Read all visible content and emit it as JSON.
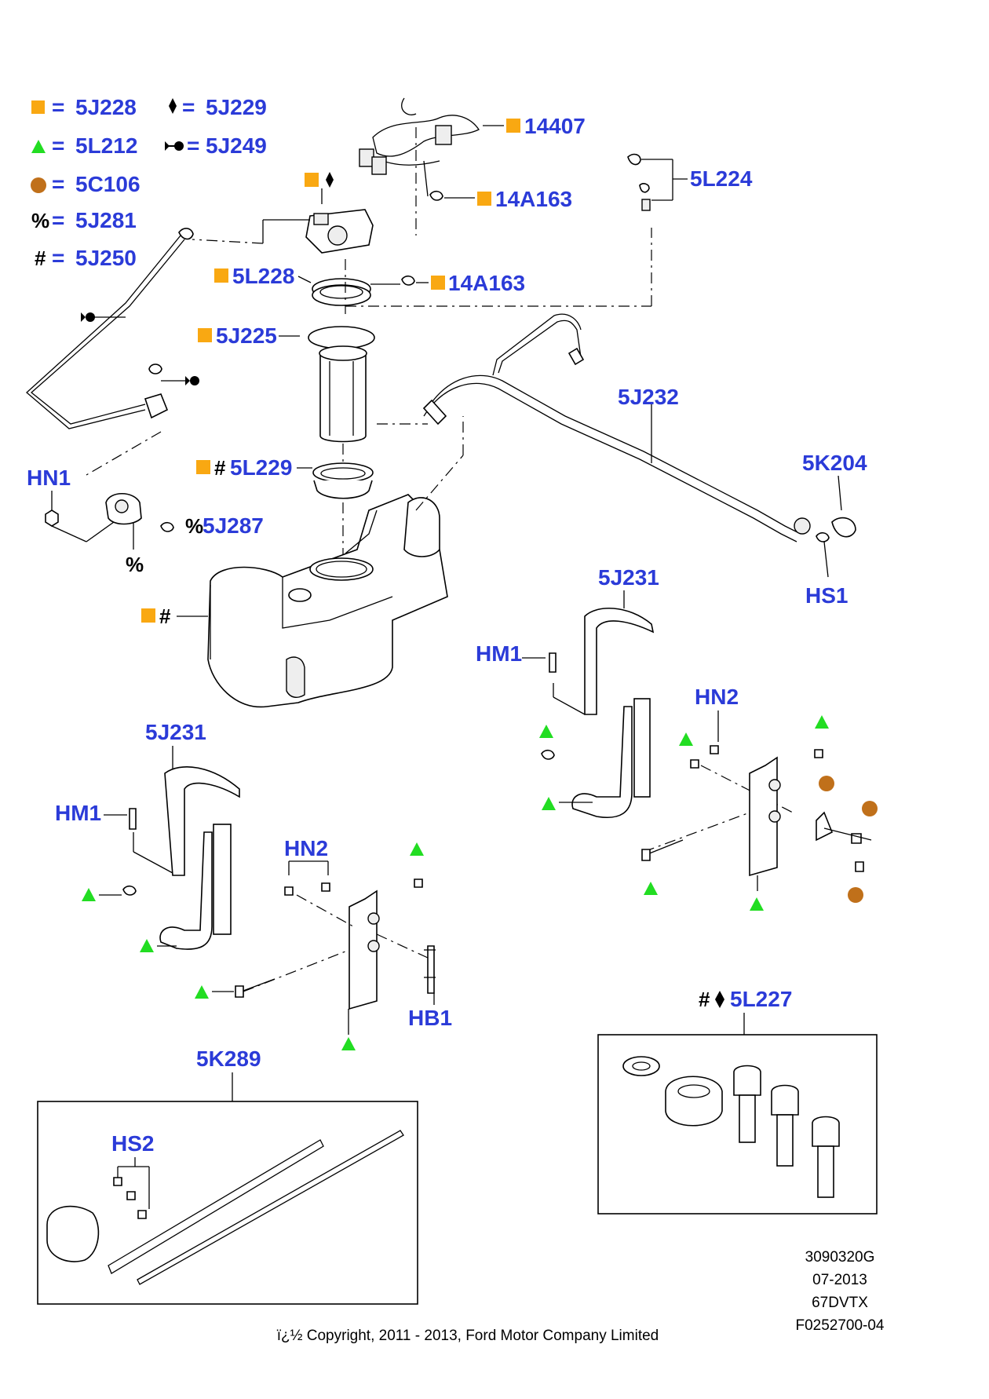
{
  "legend": {
    "items": [
      {
        "symbol": "square-icon",
        "eq": "=",
        "code": "5J228"
      },
      {
        "symbol": "diamond-icon",
        "eq": "=",
        "code": "5J229"
      },
      {
        "symbol": "triangle-icon",
        "eq": "=",
        "code": "5L212"
      },
      {
        "symbol": "bolt-icon",
        "eq": "=",
        "code": "5J249"
      },
      {
        "symbol": "circle-icon",
        "eq": "=",
        "code": "5C106"
      },
      {
        "symbol": "%",
        "eq": "=",
        "code": "5J281"
      },
      {
        "symbol": "#",
        "eq": "=",
        "code": "5J250"
      }
    ]
  },
  "callouts": {
    "c14407": "14407",
    "c5L224": "5L224",
    "c14A163a": "14A163",
    "c5L228": "5L228",
    "c14A163b": "14A163",
    "c5J225": "5J225",
    "c5J232": "5J232",
    "c5L229": "5L229",
    "c5K204": "5K204",
    "cHN1": "HN1",
    "c5J287": "5J287",
    "cPercent": "%",
    "cHS1": "HS1",
    "c5J231a": "5J231",
    "cHM1a": "HM1",
    "cHN2a": "HN2",
    "cHash": "#",
    "c5J231b": "5J231",
    "cHM1b": "HM1",
    "cHN2b": "HN2",
    "cHB1": "HB1",
    "c5L227": "5L227",
    "c5K289": "5K289",
    "cHS2": "HS2",
    "hash": "#",
    "percent": "%"
  },
  "colors": {
    "label_blue": "#2b3bd8",
    "square_orange": "#f9a812",
    "triangle_green": "#22dd22",
    "circle_brown": "#c0701a"
  },
  "footer": {
    "codes": [
      "3090320G",
      "07-2013",
      "67DVTX",
      "F0252700-04"
    ],
    "copyright": "ï¿½ Copyright, 2011 - 2013, Ford Motor Company Limited"
  }
}
